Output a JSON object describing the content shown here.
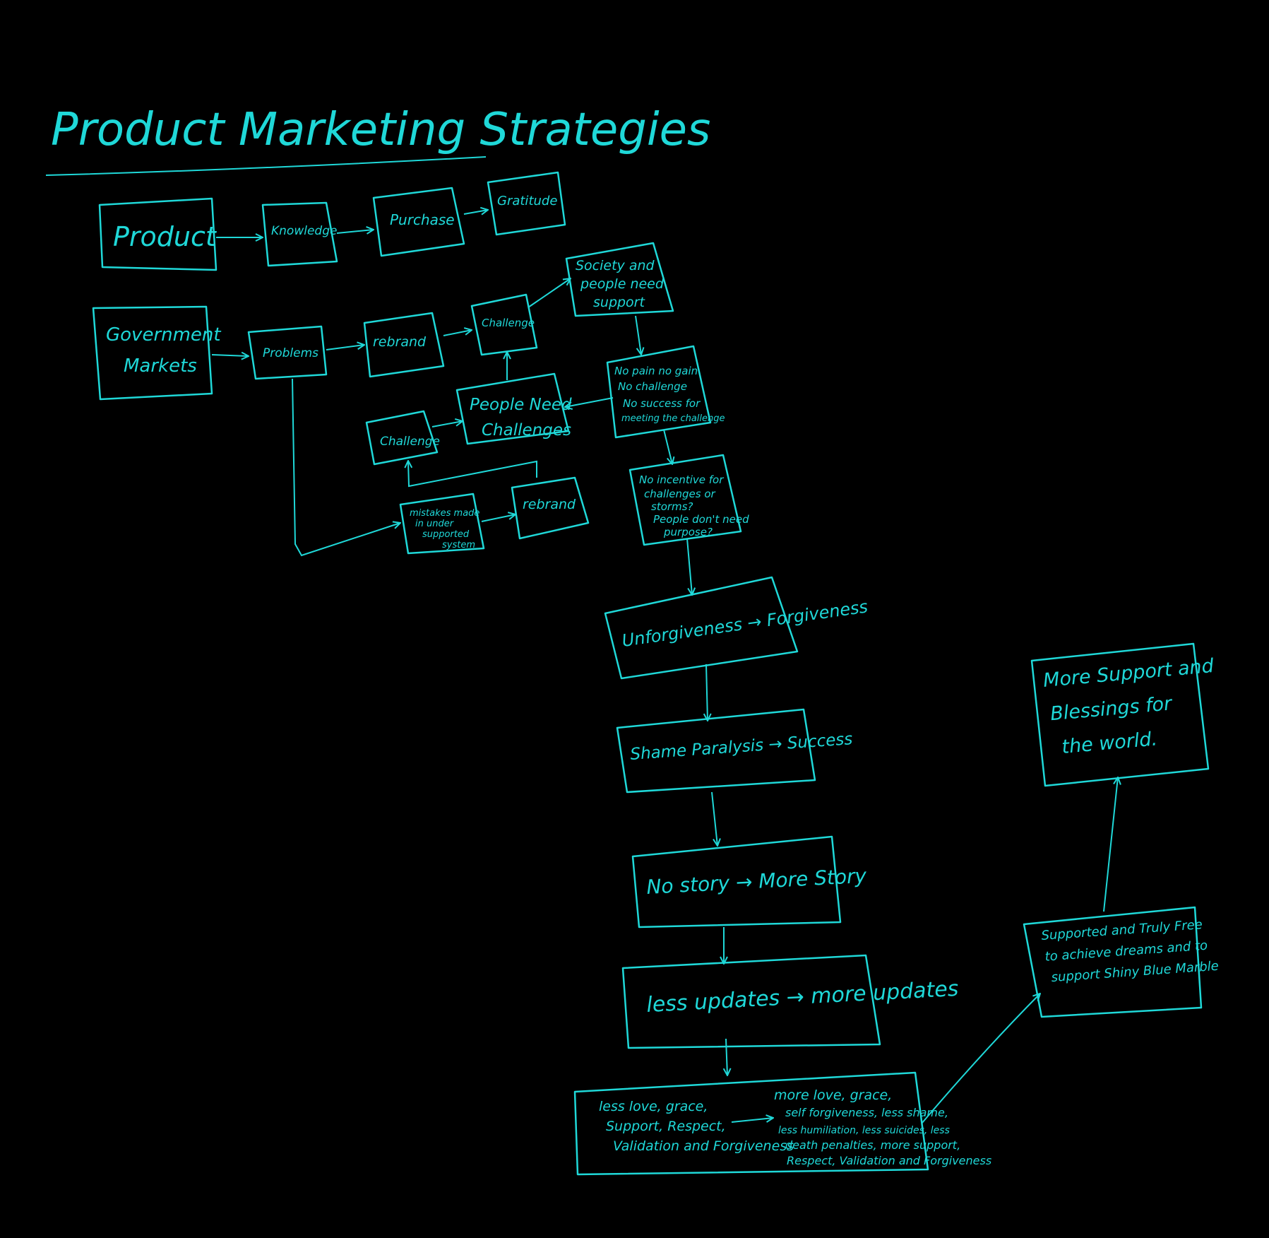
{
  "title": "Product Marketing Strategies",
  "stroke_color": "#1fd8d8",
  "background": "#000000",
  "nodes": {
    "product": [
      "Product"
    ],
    "knowledge": [
      "Knowledge"
    ],
    "purchase": [
      "Purchase"
    ],
    "gratitude": [
      "Gratitude"
    ],
    "government": [
      "Government",
      "Markets"
    ],
    "problems": [
      "Problems"
    ],
    "rebrand1": [
      "rebrand"
    ],
    "challenge1": [
      "Challenge"
    ],
    "society": [
      "Society and",
      "people need",
      "support"
    ],
    "no_pain": [
      "No pain no gain",
      "No challenge",
      "No success for",
      "meeting the challenge"
    ],
    "people_need": [
      "People Need",
      "Challenges"
    ],
    "challenge2": [
      "Challenge"
    ],
    "mistakes": [
      "mistakes made",
      "in under",
      "supported",
      "system"
    ],
    "rebrand2": [
      "rebrand"
    ],
    "no_incentive": [
      "No incentive for",
      "challenges or",
      "storms?",
      "People don't need",
      "purpose?"
    ],
    "unforgiveness": [
      "Unforgiveness → Forgiveness"
    ],
    "shame": [
      "Shame Paralysis → Success"
    ],
    "story": [
      "No story → More Story"
    ],
    "updates": [
      "less updates → more updates"
    ],
    "love_less": [
      "less love, grace,",
      "Support, Respect,",
      "Validation and Forgiveness"
    ],
    "love_more": [
      "more love, grace,",
      "self forgiveness, less shame,",
      "less humiliation, less suicides, less",
      "death penalties, more support,",
      "Respect, Validation and Forgiveness"
    ],
    "supported": [
      "Supported and Truly Free",
      "to achieve dreams and to",
      "support Shiny Blue Marble"
    ],
    "more_support": [
      "More Support and",
      "Blessings for",
      "the world."
    ]
  }
}
